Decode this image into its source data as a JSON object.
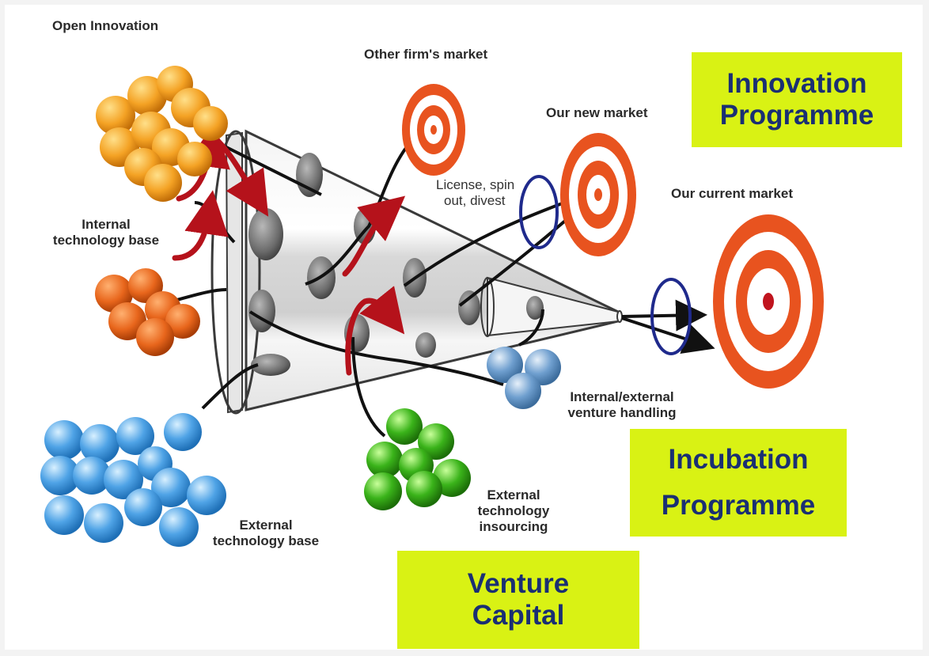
{
  "labels": {
    "open_innovation": "Open Innovation",
    "other_firms_market": "Other firm's market",
    "our_new_market": "Our new market",
    "our_current_market": "Our current market",
    "internal_tech_base_1": "Internal",
    "internal_tech_base_2": "technology base",
    "license_1": "License, spin",
    "license_2": "out, divest",
    "venture_handling_1": "Internal/external",
    "venture_handling_2": "venture handling",
    "external_insourcing_1": "External",
    "external_insourcing_2": "technology",
    "external_insourcing_3": "insourcing",
    "external_base_1": "External",
    "external_base_2": "technology base"
  },
  "boxes": {
    "innovation_1": "Innovation",
    "innovation_2": "Programme",
    "incubation_1": "Incubation",
    "incubation_2": "Programme",
    "venture_1": "Venture",
    "venture_2": "Capital"
  },
  "colors": {
    "box_bg": "#d9f214",
    "box_text": "#1a2f73",
    "target_red": "#e8531f",
    "ring_blue": "#1f2a8c",
    "arrow_red": "#b5121b",
    "orange_sphere": "#f4a224",
    "darkorange_sphere": "#e8661c",
    "blue_sphere": "#4fa3e6",
    "green_sphere": "#3ab31a",
    "steelblue_sphere": "#6f9fcf"
  }
}
